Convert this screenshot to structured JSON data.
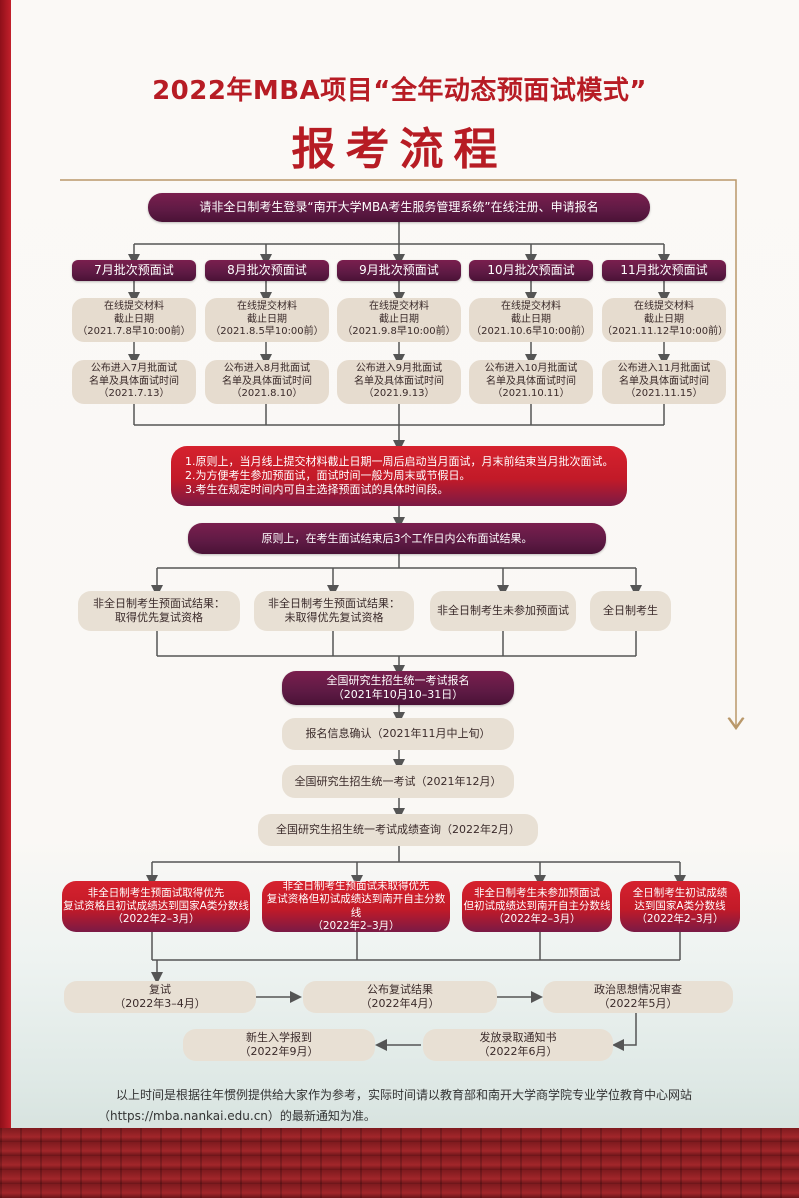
{
  "header": {
    "title": "2022年MBA项目“全年动态预面试模式”",
    "subtitle": "报考流程"
  },
  "top_box": "请非全日制考生登录“南开大学MBA考生服务管理系统”在线注册、申请报名",
  "batches": [
    {
      "label": "7月批次预面试",
      "submit": "在线提交材料\n截止日期\n（2021.7.8早10:00前）",
      "announce": "公布进入7月批面试\n名单及具体面试时间\n（2021.7.13）"
    },
    {
      "label": "8月批次预面试",
      "submit": "在线提交材料\n截止日期\n（2021.8.5早10:00前）",
      "announce": "公布进入8月批面试\n名单及具体面试时间\n（2021.8.10）"
    },
    {
      "label": "9月批次预面试",
      "submit": "在线提交材料\n截止日期\n（2021.9.8早10:00前）",
      "announce": "公布进入9月批面试\n名单及具体面试时间\n（2021.9.13）"
    },
    {
      "label": "10月批次预面试",
      "submit": "在线提交材料\n截止日期\n（2021.10.6早10:00前）",
      "announce": "公布进入10月批面试\n名单及具体面试时间\n（2021.10.11）"
    },
    {
      "label": "11月批次预面试",
      "submit": "在线提交材料\n截止日期\n（2021.11.12早10:00前）",
      "announce": "公布进入11月批面试\n名单及具体面试时间\n（2021.11.15）"
    }
  ],
  "principles": "1.原则上，当月线上提交材料截止日期一周后启动当月面试，月末前结束当月批次面试。\n2.为方便考生参加预面试，面试时间一般为周末或节假日。\n3.考生在规定时间内可自主选择预面试的具体时间段。",
  "result_notice": "原则上，在考生面试结束后3个工作日内公布面试结果。",
  "categories": [
    "非全日制考生预面试结果：\n取得优先复试资格",
    "非全日制考生预面试结果：\n未取得优先复试资格",
    "非全日制考生未参加预面试",
    "全日制考生"
  ],
  "national_steps": [
    "全国研究生招生统一考试报名\n（2021年10月10–31日）",
    "报名信息确认（2021年11月中上旬）",
    "全国研究生招生统一考试（2021年12月）",
    "全国研究生招生统一考试成绩查询（2022年2月）"
  ],
  "qualifications": [
    "非全日制考生预面试取得优先\n复试资格且初试成绩达到国家A类分数线\n（2022年2–3月）",
    "非全日制考生预面试未取得优先\n复试资格但初试成绩达到南开自主分数线\n（2022年2–3月）",
    "非全日制考生未参加预面试\n但初试成绩达到南开自主分数线\n（2022年2–3月）",
    "全日制考生初试成绩\n达到国家A类分数线\n（2022年2–3月）"
  ],
  "final_steps": {
    "retest": "复试\n（2022年3–4月）",
    "publish": "公布复试结果\n（2022年4月）",
    "political": "政治思想情况审查\n（2022年5月）",
    "notice": "发放录取通知书\n（2022年6月）",
    "enroll": "新生入学报到\n（2022年9月）"
  },
  "footer_note": "以上时间是根据往年惯例提供给大家作为参考，实际时间请以教育部和南开大学商学院专业学位教育中心网站（https://mba.nankai.edu.cn）的最新通知为准。",
  "colors": {
    "brand_red": "#b71c24",
    "purple": "#5e1a44",
    "beige": "#e6dccf",
    "line": "#555555",
    "gold_line": "#b9986a"
  }
}
